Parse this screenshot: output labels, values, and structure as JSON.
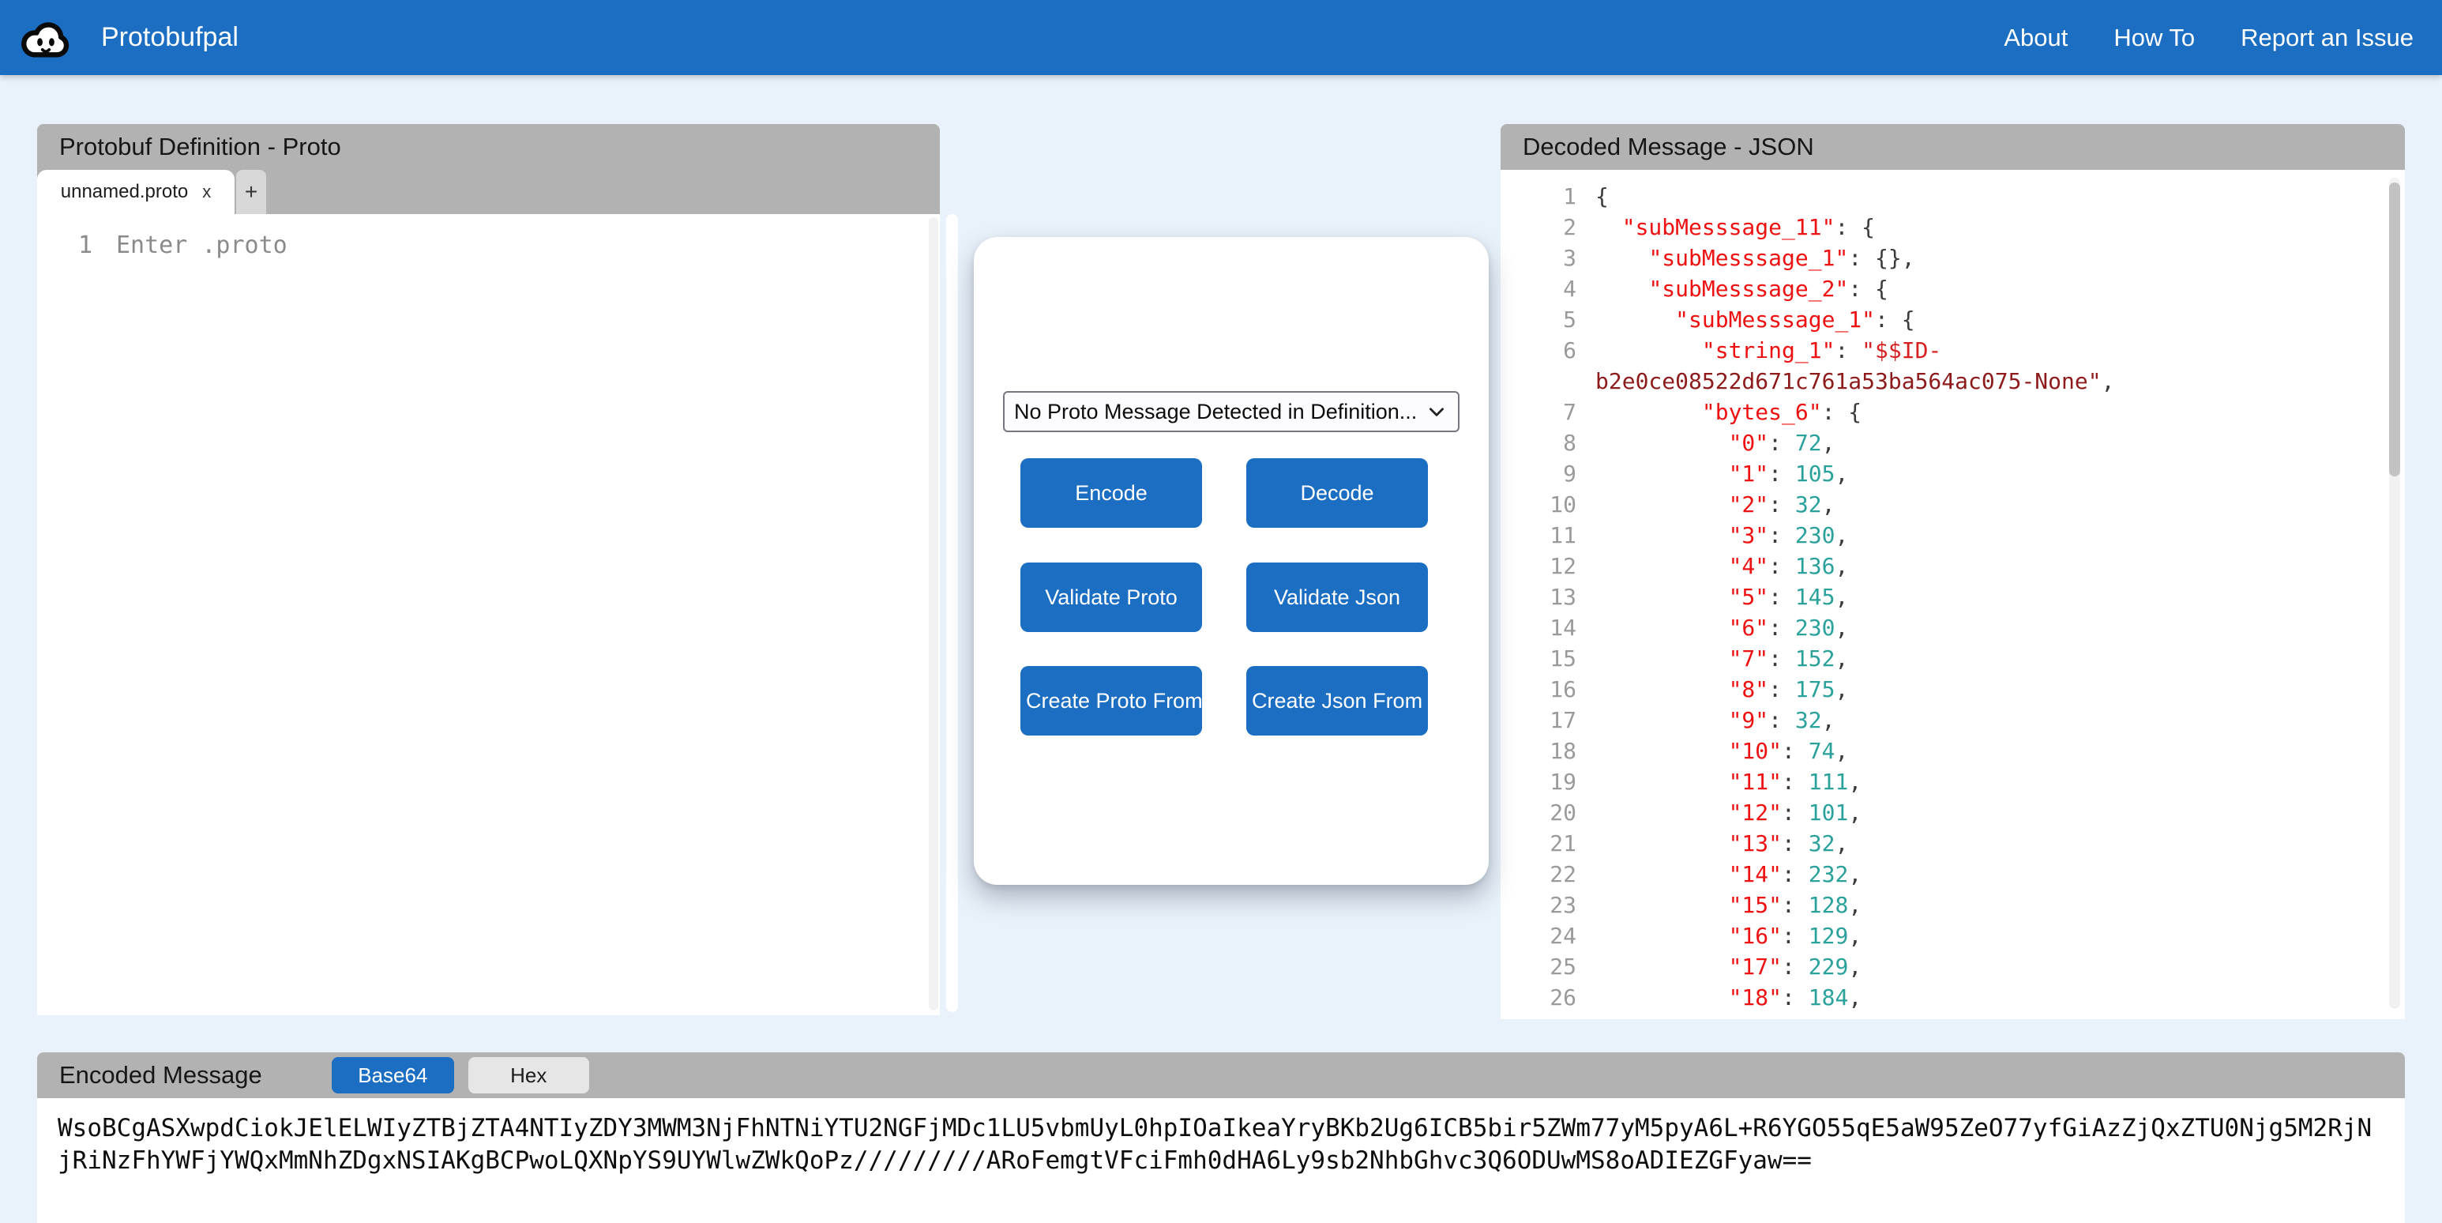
{
  "navbar": {
    "brand": "Protobufpal",
    "links": [
      {
        "label": "About"
      },
      {
        "label": "How To"
      },
      {
        "label": "Report an Issue"
      }
    ]
  },
  "proto_panel": {
    "title": "Protobuf Definition - Proto",
    "tab": {
      "name": "unnamed.proto",
      "close": "x"
    },
    "new_tab": "+",
    "editor": {
      "line_number": "1",
      "placeholder": "Enter .proto"
    }
  },
  "actions": {
    "select_value": "No Proto Message Detected in Definition...",
    "buttons": [
      "Encode",
      "Decode",
      "Validate Proto",
      "Validate Json",
      "Create Proto From Json",
      "Create Json From Proto"
    ]
  },
  "decoded_panel": {
    "title": "Decoded Message - JSON",
    "lines": [
      {
        "n": 1,
        "t": [
          [
            "p",
            "{"
          ]
        ]
      },
      {
        "n": 2,
        "t": [
          [
            "p",
            "  "
          ],
          [
            "k",
            "\"subMesssage_11\""
          ],
          [
            "p",
            ": {"
          ]
        ]
      },
      {
        "n": 3,
        "t": [
          [
            "p",
            "    "
          ],
          [
            "k",
            "\"subMesssage_1\""
          ],
          [
            "p",
            ": {},"
          ]
        ]
      },
      {
        "n": 4,
        "t": [
          [
            "p",
            "    "
          ],
          [
            "k",
            "\"subMesssage_2\""
          ],
          [
            "p",
            ": {"
          ]
        ]
      },
      {
        "n": 5,
        "t": [
          [
            "p",
            "      "
          ],
          [
            "k",
            "\"subMesssage_1\""
          ],
          [
            "p",
            ": {"
          ]
        ]
      },
      {
        "n": 6,
        "t": [
          [
            "p",
            "        "
          ],
          [
            "k",
            "\"string_1\""
          ],
          [
            "p",
            ": "
          ],
          [
            "sb",
            "\"$$ID-"
          ],
          [
            "s",
            "b2e0ce08522d671c761a53ba564ac075-None\""
          ],
          [
            "p",
            ","
          ]
        ]
      },
      {
        "n": 7,
        "t": [
          [
            "p",
            "        "
          ],
          [
            "k",
            "\"bytes_6\""
          ],
          [
            "p",
            ": {"
          ]
        ]
      },
      {
        "n": 8,
        "t": [
          [
            "p",
            "          "
          ],
          [
            "k",
            "\"0\""
          ],
          [
            "p",
            ": "
          ],
          [
            "n",
            "72"
          ],
          [
            "p",
            ","
          ]
        ]
      },
      {
        "n": 9,
        "t": [
          [
            "p",
            "          "
          ],
          [
            "k",
            "\"1\""
          ],
          [
            "p",
            ": "
          ],
          [
            "n",
            "105"
          ],
          [
            "p",
            ","
          ]
        ]
      },
      {
        "n": 10,
        "t": [
          [
            "p",
            "          "
          ],
          [
            "k",
            "\"2\""
          ],
          [
            "p",
            ": "
          ],
          [
            "n",
            "32"
          ],
          [
            "p",
            ","
          ]
        ]
      },
      {
        "n": 11,
        "t": [
          [
            "p",
            "          "
          ],
          [
            "k",
            "\"3\""
          ],
          [
            "p",
            ": "
          ],
          [
            "n",
            "230"
          ],
          [
            "p",
            ","
          ]
        ]
      },
      {
        "n": 12,
        "t": [
          [
            "p",
            "          "
          ],
          [
            "k",
            "\"4\""
          ],
          [
            "p",
            ": "
          ],
          [
            "n",
            "136"
          ],
          [
            "p",
            ","
          ]
        ]
      },
      {
        "n": 13,
        "t": [
          [
            "p",
            "          "
          ],
          [
            "k",
            "\"5\""
          ],
          [
            "p",
            ": "
          ],
          [
            "n",
            "145"
          ],
          [
            "p",
            ","
          ]
        ]
      },
      {
        "n": 14,
        "t": [
          [
            "p",
            "          "
          ],
          [
            "k",
            "\"6\""
          ],
          [
            "p",
            ": "
          ],
          [
            "n",
            "230"
          ],
          [
            "p",
            ","
          ]
        ]
      },
      {
        "n": 15,
        "t": [
          [
            "p",
            "          "
          ],
          [
            "k",
            "\"7\""
          ],
          [
            "p",
            ": "
          ],
          [
            "n",
            "152"
          ],
          [
            "p",
            ","
          ]
        ]
      },
      {
        "n": 16,
        "t": [
          [
            "p",
            "          "
          ],
          [
            "k",
            "\"8\""
          ],
          [
            "p",
            ": "
          ],
          [
            "n",
            "175"
          ],
          [
            "p",
            ","
          ]
        ]
      },
      {
        "n": 17,
        "t": [
          [
            "p",
            "          "
          ],
          [
            "k",
            "\"9\""
          ],
          [
            "p",
            ": "
          ],
          [
            "n",
            "32"
          ],
          [
            "p",
            ","
          ]
        ]
      },
      {
        "n": 18,
        "t": [
          [
            "p",
            "          "
          ],
          [
            "k",
            "\"10\""
          ],
          [
            "p",
            ": "
          ],
          [
            "n",
            "74"
          ],
          [
            "p",
            ","
          ]
        ]
      },
      {
        "n": 19,
        "t": [
          [
            "p",
            "          "
          ],
          [
            "k",
            "\"11\""
          ],
          [
            "p",
            ": "
          ],
          [
            "n",
            "111"
          ],
          [
            "p",
            ","
          ]
        ]
      },
      {
        "n": 20,
        "t": [
          [
            "p",
            "          "
          ],
          [
            "k",
            "\"12\""
          ],
          [
            "p",
            ": "
          ],
          [
            "n",
            "101"
          ],
          [
            "p",
            ","
          ]
        ]
      },
      {
        "n": 21,
        "t": [
          [
            "p",
            "          "
          ],
          [
            "k",
            "\"13\""
          ],
          [
            "p",
            ": "
          ],
          [
            "n",
            "32"
          ],
          [
            "p",
            ","
          ]
        ]
      },
      {
        "n": 22,
        "t": [
          [
            "p",
            "          "
          ],
          [
            "k",
            "\"14\""
          ],
          [
            "p",
            ": "
          ],
          [
            "n",
            "232"
          ],
          [
            "p",
            ","
          ]
        ]
      },
      {
        "n": 23,
        "t": [
          [
            "p",
            "          "
          ],
          [
            "k",
            "\"15\""
          ],
          [
            "p",
            ": "
          ],
          [
            "n",
            "128"
          ],
          [
            "p",
            ","
          ]
        ]
      },
      {
        "n": 24,
        "t": [
          [
            "p",
            "          "
          ],
          [
            "k",
            "\"16\""
          ],
          [
            "p",
            ": "
          ],
          [
            "n",
            "129"
          ],
          [
            "p",
            ","
          ]
        ]
      },
      {
        "n": 25,
        "t": [
          [
            "p",
            "          "
          ],
          [
            "k",
            "\"17\""
          ],
          [
            "p",
            ": "
          ],
          [
            "n",
            "229"
          ],
          [
            "p",
            ","
          ]
        ]
      },
      {
        "n": 26,
        "t": [
          [
            "p",
            "          "
          ],
          [
            "k",
            "\"18\""
          ],
          [
            "p",
            ": "
          ],
          [
            "n",
            "184"
          ],
          [
            "p",
            ","
          ]
        ]
      }
    ]
  },
  "encoded_panel": {
    "title": "Encoded Message",
    "modes": [
      {
        "label": "Base64",
        "active": true
      },
      {
        "label": "Hex",
        "active": false
      }
    ],
    "value": "WsoBCgASXwpdCiokJElELWIyZTBjZTA4NTIyZDY3MWM3NjFhNTNiYTU2NGFjMDc1LU5vbmUyL0hpIOaIkeaYryBKb2Ug6ICB5bir5ZWm77yM5pyA6L+R6YGO55qE5aW95ZeO77yfGiAzZjQxZTU0Njg5M2RjNjRiNzFhYWFjYWQxMmNhZDgxNSIAKgBCPwoLQXNpYS9UYWlwZWkQoPz/////////ARoFemgtVFciFmh0dHA6Ly9sb2NhbGhvc3Q6ODUwMS8oADIEZGFyaw=="
  },
  "colors": {
    "accent_blue": "#1b6ec2",
    "panel_header_gray": "#b2b2b2",
    "page_bg": "#e9f2fa",
    "json_key": "#ee1111",
    "json_string": "#8e1b1b",
    "json_number": "#2aa19b"
  }
}
